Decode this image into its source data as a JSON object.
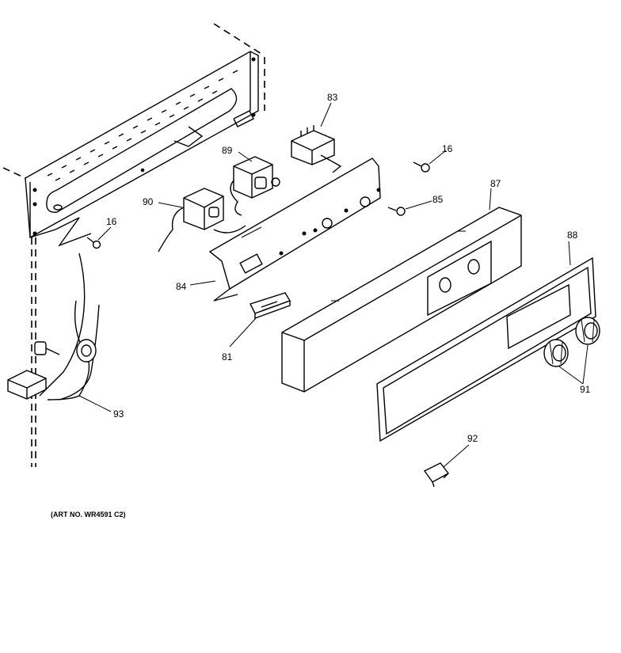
{
  "callouts": {
    "c81": "81",
    "c83": "83",
    "c84": "84",
    "c85": "85",
    "c87": "87",
    "c88": "88",
    "c89": "89",
    "c90": "90",
    "c91": "91",
    "c92": "92",
    "c93": "93",
    "c16a": "16",
    "c16b": "16"
  },
  "art_number": "(ART NO. WR4591 C2)"
}
